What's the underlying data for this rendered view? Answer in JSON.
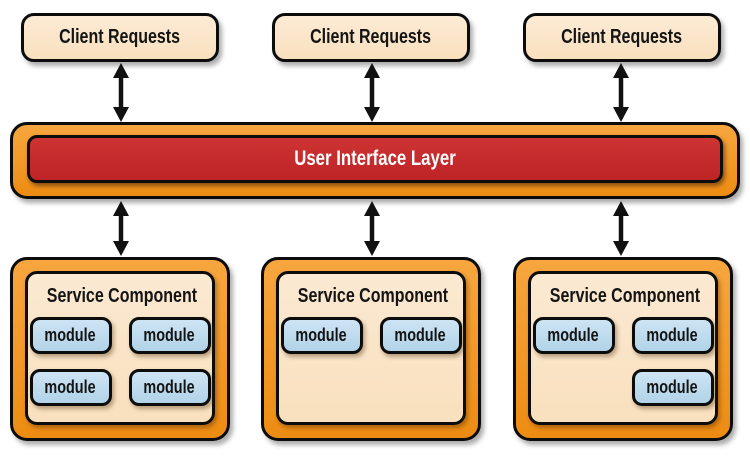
{
  "client_requests": [
    {
      "label": "Client Requests"
    },
    {
      "label": "Client Requests"
    },
    {
      "label": "Client Requests"
    }
  ],
  "ui_layer": {
    "label": "User Interface Layer"
  },
  "service_components": [
    {
      "title": "Service Component",
      "modules": [
        "module",
        "module",
        "module",
        "module"
      ]
    },
    {
      "title": "Service Component",
      "modules": [
        "module",
        "module"
      ]
    },
    {
      "title": "Service Component",
      "modules": [
        "module",
        "module",
        "module"
      ]
    }
  ],
  "colors": {
    "orange": "#ED8C12",
    "red": "#BE2326",
    "cream": "#F9E0BE",
    "module_blue": "#B2D3E8",
    "outline": "#0C0C0C",
    "arrow": "#111111"
  }
}
